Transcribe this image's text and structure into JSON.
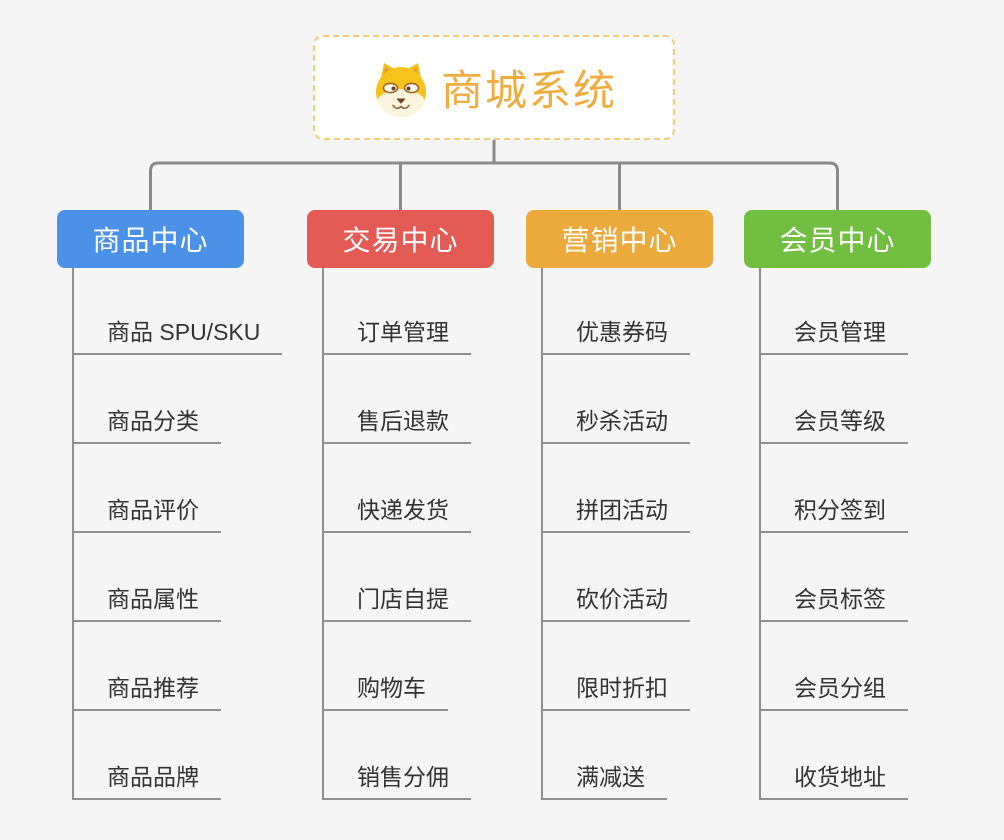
{
  "page": {
    "background_color": "#f5f5f5",
    "connector_color": "#8a8a8a",
    "leaf_line_color": "#8f8f8f",
    "leaf_text_color": "#333333"
  },
  "root": {
    "title": "商城系统",
    "icon": "dog-face-icon",
    "title_color": "#f0ac3e",
    "border_color": "#f8c878"
  },
  "branches": [
    {
      "name": "product-center",
      "label": "商品中心",
      "color": "#4b91e8",
      "children": [
        "商品 SPU/SKU",
        "商品分类",
        "商品评价",
        "商品属性",
        "商品推荐",
        "商品品牌"
      ]
    },
    {
      "name": "trade-center",
      "label": "交易中心",
      "color": "#e45b55",
      "children": [
        "订单管理",
        "售后退款",
        "快递发货",
        "门店自提",
        "购物车",
        "销售分佣"
      ]
    },
    {
      "name": "marketing-center",
      "label": "营销中心",
      "color": "#eca93c",
      "children": [
        "优惠券码",
        "秒杀活动",
        "拼团活动",
        "砍价活动",
        "限时折扣",
        "满减送"
      ]
    },
    {
      "name": "member-center",
      "label": "会员中心",
      "color": "#71be40",
      "children": [
        "会员管理",
        "会员等级",
        "积分签到",
        "会员标签",
        "会员分组",
        "收货地址"
      ]
    }
  ]
}
